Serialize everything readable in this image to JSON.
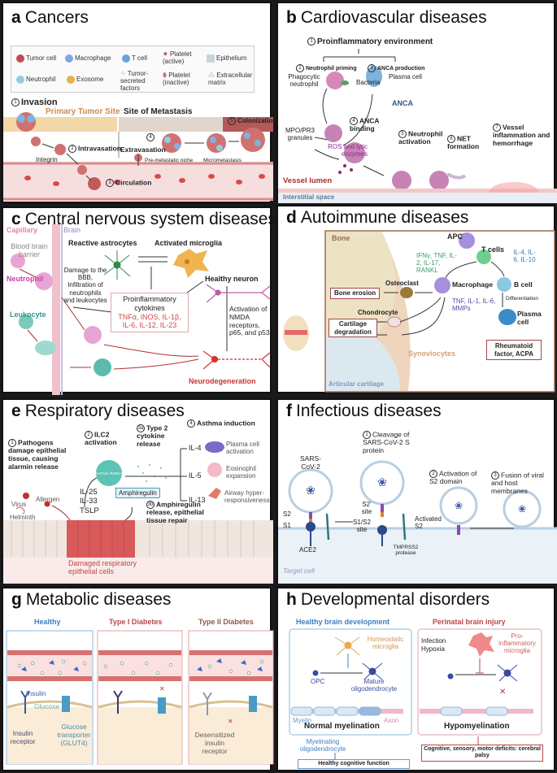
{
  "figure": {
    "panels": [
      {
        "letter": "a",
        "title": "Cancers"
      },
      {
        "letter": "b",
        "title": "Cardiovascular diseases"
      },
      {
        "letter": "c",
        "title": "Central nervous system diseases"
      },
      {
        "letter": "d",
        "title": "Autoimmune diseases"
      },
      {
        "letter": "e",
        "title": "Respiratory diseases"
      },
      {
        "letter": "f",
        "title": "Infectious diseases"
      },
      {
        "letter": "g",
        "title": "Metabolic diseases"
      },
      {
        "letter": "h",
        "title": "Developmental disorders"
      }
    ]
  },
  "a": {
    "legend": [
      "Tumor cell",
      "Macrophage",
      "T cell",
      "Platelet (active)",
      "Epithelium",
      "Neutrophil",
      "Exosome",
      "Tumor-secreted factors",
      "Platelet (inactive)",
      "Extracellular matrix"
    ],
    "legend_colors": [
      "#c84a4f",
      "#7fa6e0",
      "#6aa3d5",
      "#c0392b",
      "#c9d3d8",
      "#8fd0e0",
      "#e8b04a",
      "#d84a5a",
      "#c97a7e",
      "#dddddd"
    ],
    "steps": [
      {
        "n": "1",
        "label": "Invasion"
      },
      {
        "n": "2",
        "label": "Intravasation"
      },
      {
        "n": "3",
        "label": "Circulation"
      },
      {
        "n": "4",
        "label": "Extravasation"
      },
      {
        "n": "5",
        "label": "Colonization"
      }
    ],
    "labels": {
      "primary": "Primary Tumor Site",
      "metastasis": "Site of Metastasis",
      "integrin": "Integrin",
      "niche": "Pre-metastatic niche",
      "micro": "Micrometastasis"
    }
  },
  "b": {
    "steps": [
      {
        "n": "1",
        "label": "Proinflammatory environment"
      },
      {
        "n": "2",
        "label": "Neutrophil priming"
      },
      {
        "n": "3",
        "label": "ANCA production"
      },
      {
        "n": "4",
        "label": "ANCA binding"
      },
      {
        "n": "5",
        "label": "Neutrophil activation"
      },
      {
        "n": "6",
        "label": "NET formation"
      },
      {
        "n": "7",
        "label": "Vessel inflammation and hemorrhage"
      }
    ],
    "labels": {
      "phago": "Phagocytic neutrophil",
      "bacteria": "Bacteria",
      "plasma": "Plasma cell",
      "anca": "ANCA",
      "mpo": "MPO/PR3 granules",
      "ros": "ROS and lytic enzymes",
      "lumen": "Vessel lumen",
      "interstitial": "Interstitial space"
    }
  },
  "c": {
    "labels": {
      "capillary": "Capillary",
      "brain": "Brain",
      "bbb": "Blood brain barrier",
      "neutrophil": "Neutrophil",
      "leukocyte": "Leukocyte",
      "astro": "Reactive astrocytes",
      "microglia": "Activated microglia",
      "damage": "Damage to the BBB, Infiltration of neutrophils and leukocytes",
      "healthy": "Healthy neuron",
      "activation": "Activation of NMDA receptors, p65, and p53",
      "neurodeg": "Neurodegeneration"
    },
    "cytokine_box": {
      "title": "Proinflammatory cytokines",
      "items": "TNFα, iNOS, IL-1β, IL-6, IL-12, IL-23"
    }
  },
  "d": {
    "labels": {
      "bone": "Bone",
      "apc": "APC",
      "tcells": "T cells",
      "th1": "IFNγ, TNF, IL-2, IL-17, RANKL",
      "th2": "IL-4, IL-6, IL-10",
      "osteoclast": "Osteoclast",
      "macrophage": "Macrophage",
      "bcell": "B cell",
      "macro_cyt": "TNF, IL-1, IL-6, MMPs",
      "diff": "Differentiation",
      "chondro": "Chondrocyte",
      "plasma": "Plasma cell",
      "synovio": "Synoviocytes",
      "artic": "Articular cartilage"
    },
    "boxes": {
      "erosion": "Bone erosion",
      "cartilage": "Cartilage degradation",
      "rf": "Rheumatoid factor, ACPA"
    }
  },
  "e": {
    "steps": [
      {
        "n": "1",
        "label": "Pathogens damage epithelial tissue, causing alarmin release"
      },
      {
        "n": "2",
        "label": "ILC2 activation"
      },
      {
        "n": "3a",
        "label": "Type 2 cytokine release"
      },
      {
        "n": "3b",
        "label": "Amphiregulin release, epithelial tissue repair"
      },
      {
        "n": "4",
        "label": "Asthma induction"
      }
    ],
    "alarmins": [
      "IL-25",
      "IL-33",
      "TSLP"
    ],
    "pathogens": [
      "Virus",
      "Allergen",
      "Helminth"
    ],
    "cytokines": [
      {
        "name": "IL-4",
        "effect": "Plasma cell activation"
      },
      {
        "name": "IL-5",
        "effect": "Eosinophil expansion"
      },
      {
        "name": "IL-13",
        "effect": "Airway hyper-responsiveness"
      }
    ],
    "labels": {
      "ilc2": "GATA3+ RORα+",
      "amph": "Amphiregulin",
      "damaged": "Damaged respiratory epithelial cells"
    }
  },
  "f": {
    "steps": [
      {
        "n": "1",
        "label": "Cleavage of SARS-CoV-2 S protein"
      },
      {
        "n": "2",
        "label": "Activation of S2 domain"
      },
      {
        "n": "3",
        "label": "Fusion of viral and host membranes"
      }
    ],
    "labels": {
      "virus": "SARS-CoV-2",
      "s2": "S2",
      "s1": "S1",
      "ace2": "ACE2",
      "s2p": "S2' site",
      "s1s2": "S1/S2 site",
      "tmprss": "TMPRSS2 protease",
      "activated": "Activated S2",
      "target": "Target cell"
    }
  },
  "g": {
    "columns": [
      "Healthy",
      "Type I Diabetes",
      "Type II Diabetes"
    ],
    "column_colors": [
      "#3d7fc1",
      "#c0444a",
      "#8a5a4a"
    ],
    "labels": {
      "insulin": "Insulin",
      "glucose": "Glucose",
      "receptor": "Insulin receptor",
      "glut4": "Glucose transporter (GLUT4)",
      "desens": "Desensitized insulin receptor"
    }
  },
  "h": {
    "healthy_title": "Healthy brain development",
    "injury_title": "Perinatal brain injury",
    "labels": {
      "homeo": "Homeostatic microglia",
      "opc": "OPC",
      "mature": "Mature oligodendrocyte",
      "myelin": "Myelin",
      "axon": "Axon",
      "normal": "Normal myelination",
      "myel_oligo": "Myelinating oligodendrocyte",
      "infection": "Infection",
      "hypoxia": "Hypoxia",
      "pro": "Pro-inflammatory microglia",
      "hypo": "Hypomyelination"
    },
    "outcomes": {
      "healthy": "Healthy cognitive function",
      "injury": "Cognitive, sensory, motor deficits: cerebral palsy"
    }
  }
}
